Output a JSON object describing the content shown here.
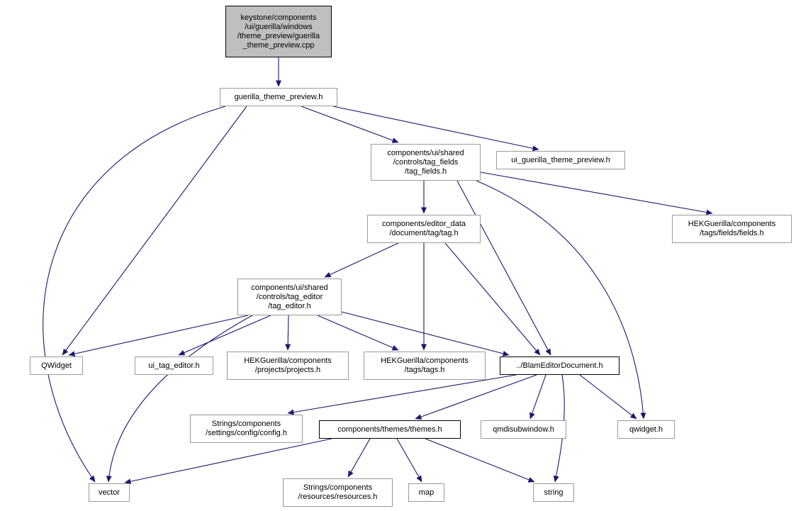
{
  "diagram": {
    "type": "include-dependency-graph",
    "colors": {
      "edge": "#191970",
      "node_border": "#9a9a9a",
      "highlight_border": "#000000",
      "source_fill": "#bfbfbf",
      "node_fill": "#ffffff",
      "text": "#000000"
    },
    "nodes": [
      {
        "id": "cpp",
        "label": "keystone/components\n/ui/guerilla/windows\n/theme_preview/guerilla\n_theme_preview.cpp",
        "type": "source"
      },
      {
        "id": "guerilla_theme_preview_h",
        "label": "guerilla_theme_preview.h",
        "type": "header"
      },
      {
        "id": "tag_fields_h",
        "label": "components/ui/shared\n/controls/tag_fields\n/tag_fields.h",
        "type": "header"
      },
      {
        "id": "ui_guerilla_theme_preview_h",
        "label": "ui_guerilla_theme_preview.h",
        "type": "header"
      },
      {
        "id": "fields_h",
        "label": "HEKGuerilla/components\n/tags/fields/fields.h",
        "type": "header"
      },
      {
        "id": "tag_h",
        "label": "components/editor_data\n/document/tag/tag.h",
        "type": "header"
      },
      {
        "id": "tag_editor_h",
        "label": "components/ui/shared\n/controls/tag_editor\n/tag_editor.h",
        "type": "header"
      },
      {
        "id": "qwidget_class",
        "label": "QWidget",
        "type": "header"
      },
      {
        "id": "ui_tag_editor_h",
        "label": "ui_tag_editor.h",
        "type": "header"
      },
      {
        "id": "projects_h",
        "label": "HEKGuerilla/components\n/projects/projects.h",
        "type": "header"
      },
      {
        "id": "tags_h",
        "label": "HEKGuerilla/components\n/tags/tags.h",
        "type": "header"
      },
      {
        "id": "blam_editor_document_h",
        "label": "../BlamEditorDocument.h",
        "type": "header-highlight"
      },
      {
        "id": "config_h",
        "label": "Strings/components\n/settings/config/config.h",
        "type": "header"
      },
      {
        "id": "themes_h",
        "label": "components/themes/themes.h",
        "type": "header-highlight"
      },
      {
        "id": "qmdisubwindow_h",
        "label": "qmdisubwindow.h",
        "type": "header"
      },
      {
        "id": "qwidget_h",
        "label": "qwidget.h",
        "type": "header"
      },
      {
        "id": "vector",
        "label": "vector",
        "type": "header"
      },
      {
        "id": "resources_h",
        "label": "Strings/components\n/resources/resources.h",
        "type": "header"
      },
      {
        "id": "map",
        "label": "map",
        "type": "header"
      },
      {
        "id": "string",
        "label": "string",
        "type": "header"
      }
    ],
    "edges": [
      {
        "from": "cpp",
        "to": "guerilla_theme_preview_h"
      },
      {
        "from": "guerilla_theme_preview_h",
        "to": "tag_fields_h"
      },
      {
        "from": "guerilla_theme_preview_h",
        "to": "ui_guerilla_theme_preview_h"
      },
      {
        "from": "guerilla_theme_preview_h",
        "to": "qwidget_class"
      },
      {
        "from": "guerilla_theme_preview_h",
        "to": "vector"
      },
      {
        "from": "tag_fields_h",
        "to": "fields_h"
      },
      {
        "from": "tag_fields_h",
        "to": "tag_h"
      },
      {
        "from": "tag_fields_h",
        "to": "blam_editor_document_h"
      },
      {
        "from": "tag_fields_h",
        "to": "qwidget_h"
      },
      {
        "from": "tag_h",
        "to": "tag_editor_h"
      },
      {
        "from": "tag_h",
        "to": "tags_h"
      },
      {
        "from": "tag_h",
        "to": "blam_editor_document_h"
      },
      {
        "from": "tag_editor_h",
        "to": "qwidget_class"
      },
      {
        "from": "tag_editor_h",
        "to": "ui_tag_editor_h"
      },
      {
        "from": "tag_editor_h",
        "to": "projects_h"
      },
      {
        "from": "tag_editor_h",
        "to": "tags_h"
      },
      {
        "from": "tag_editor_h",
        "to": "blam_editor_document_h"
      },
      {
        "from": "tag_editor_h",
        "to": "vector"
      },
      {
        "from": "blam_editor_document_h",
        "to": "config_h"
      },
      {
        "from": "blam_editor_document_h",
        "to": "themes_h"
      },
      {
        "from": "blam_editor_document_h",
        "to": "qmdisubwindow_h"
      },
      {
        "from": "blam_editor_document_h",
        "to": "qwidget_h"
      },
      {
        "from": "blam_editor_document_h",
        "to": "string"
      },
      {
        "from": "themes_h",
        "to": "resources_h"
      },
      {
        "from": "themes_h",
        "to": "map"
      },
      {
        "from": "themes_h",
        "to": "string"
      },
      {
        "from": "themes_h",
        "to": "vector"
      }
    ]
  }
}
